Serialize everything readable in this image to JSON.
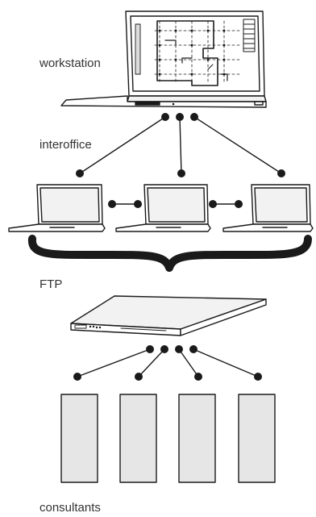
{
  "labels": {
    "workstation": "workstation",
    "interoffice": "interoffice",
    "ftp": "FTP",
    "consultants": "consultants"
  },
  "colors": {
    "stroke": "#1a1a1a",
    "fill_light": "#f2f2f2",
    "fill_box": "#e6e6e6",
    "text": "#333333"
  }
}
